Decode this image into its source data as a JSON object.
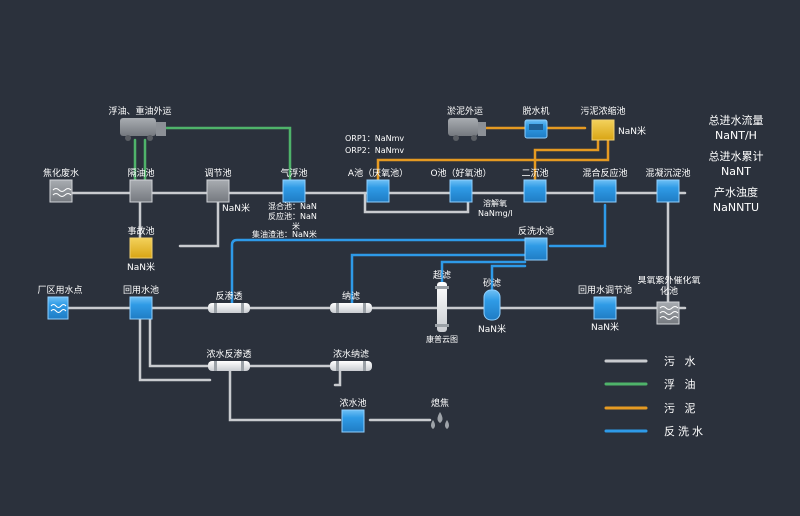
{
  "colors": {
    "background": "#2b313c",
    "sewage": "#c9cbcf",
    "oil": "#4fb36a",
    "sludge": "#e59a22",
    "backwash": "#2e9ae8",
    "tank_blue": "#2f9be6",
    "tank_gray": "#8c9096",
    "tank_yellow": "#e8b722"
  },
  "stats": {
    "inflow_label": "总进水流量",
    "inflow_value": "NaNT/H",
    "total_label": "总进水累计",
    "total_value": "NaNT",
    "turbidity_label": "产水浊度",
    "turbidity_value": "NaNNTU"
  },
  "legend": {
    "sewage": "污 水",
    "oil": "浮 油",
    "sludge": "污 泥",
    "backwash": "反洗水"
  },
  "nodes": {
    "coking_wastewater": "焦化废水",
    "oil_separation": "隔油池",
    "oil_outflow": "浮油、重油外运",
    "regulating_tank": "调节池",
    "regulating_value": "NaN米",
    "accident_tank": "事故池",
    "accident_value": "NaN米",
    "air_flotation": "气浮池",
    "mix_tank_label": "混合池：NaN",
    "react_tank_label": "反应池：NaN",
    "react_unit": "米",
    "scum_tank_label": "集油渣池：NaN米",
    "a_tank": "A池（厌氧池）",
    "o_tank": "O池（好氧池）",
    "orp1": "ORP1：NaNmv",
    "orp2": "ORP2：NaNmv",
    "dissolved_oxygen_label": "溶解氧",
    "dissolved_oxygen_value": "NaNmg/l",
    "secondary_settling": "二沉池",
    "mix_reaction": "混合反应池",
    "coag_settling": "混凝沉淀池",
    "sludge_outflow": "淤泥外运",
    "dewatering": "脱水机",
    "sludge_thickening": "污泥浓缩池",
    "sludge_value": "NaN米",
    "backwash_tank": "反洗水池",
    "plant_water": "厂区用水点",
    "reuse_tank": "回用水池",
    "ro": "反渗透",
    "nf": "纳滤",
    "uf": "超滤",
    "sand_filter": "砂滤",
    "sand_value": "NaN米",
    "reuse_regulating": "回用水调节池",
    "reuse_regulating_value": "NaN米",
    "ozone_catalytic": "臭氧紫外催化氧化池",
    "brand": "康普云图",
    "conc_ro": "浓水反渗透",
    "conc_nf": "浓水纳滤",
    "conc_tank": "浓水池",
    "coke_quench": "熄焦"
  }
}
